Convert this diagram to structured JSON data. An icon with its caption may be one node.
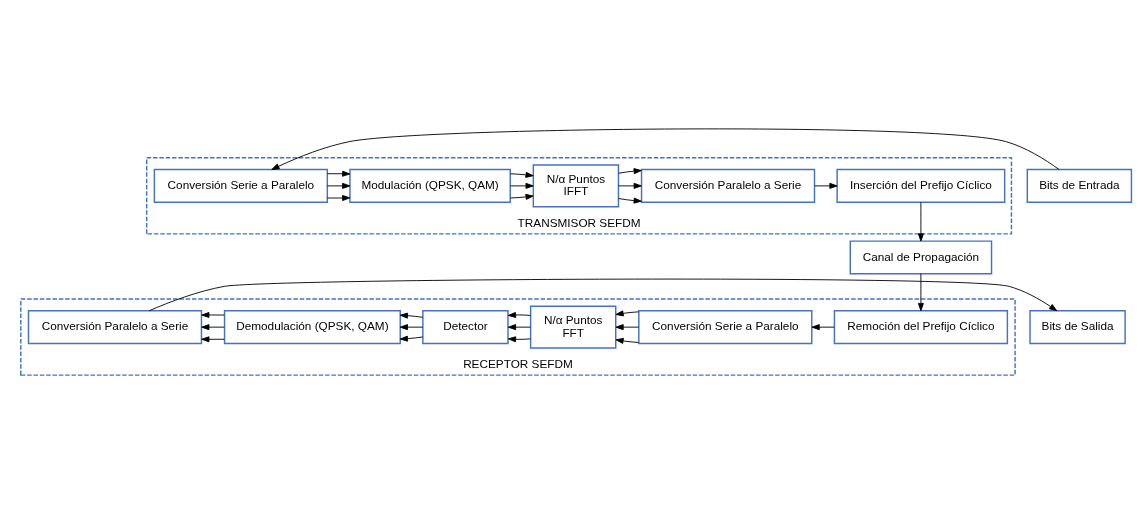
{
  "diagram": {
    "nodes": [
      {
        "text": [
          "TRANSMISOR SEFDM"
        ]
      },
      {
        "text": [
          "Bits de Entrada"
        ]
      },
      {
        "text": [
          "Conversión Serie a Paralelo"
        ],
        "in": 0
      },
      {
        "text": [
          "Modulación (QPSK, QAM)"
        ],
        "in": 0
      },
      {
        "text": [
          "N/α Puntos",
          "IFFT"
        ],
        "in": 0
      },
      {
        "text": [
          "Conversión Paralelo a Serie"
        ],
        "in": 0
      },
      {
        "text": [
          "Inserción del Prefijo Cíclico"
        ],
        "in": 0
      },
      {
        "text": [
          "Canal de Propagación"
        ]
      },
      {
        "text": [
          "RECEPTOR SEFDM"
        ]
      },
      {
        "text": [
          "Remoción del Prefijo Cíclico"
        ],
        "in": 8
      },
      {
        "text": [
          "Conversión Serie a Paralelo"
        ],
        "in": 8
      },
      {
        "text": [
          "N/α Puntos",
          "FFT"
        ],
        "in": 8
      },
      {
        "text": [
          "Detector"
        ],
        "in": 8
      },
      {
        "text": [
          "Demodulación (QPSK, QAM)"
        ],
        "in": 8
      },
      {
        "text": [
          "Conversión Paralelo a Serie"
        ],
        "in": 8
      },
      {
        "text": [
          "Bits de Salida"
        ]
      }
    ],
    "edges": [
      {
        "from": 1,
        "to": 2,
        "arrow": "to"
      },
      {
        "from": 2,
        "to": 3,
        "arrow": "to"
      },
      {
        "from": 2,
        "to": 3,
        "arrow": "to"
      },
      {
        "from": 2,
        "to": 3,
        "arrow": "to"
      },
      {
        "from": 3,
        "to": 4,
        "arrow": "to"
      },
      {
        "from": 3,
        "to": 4,
        "arrow": "to"
      },
      {
        "from": 3,
        "to": 4,
        "arrow": "to"
      },
      {
        "from": 4,
        "to": 5,
        "arrow": "to"
      },
      {
        "from": 4,
        "to": 5,
        "arrow": "to"
      },
      {
        "from": 4,
        "to": 5,
        "arrow": "to"
      },
      {
        "from": 5,
        "to": 6,
        "arrow": "to"
      },
      {
        "from": 6,
        "to": 7,
        "arrow": "to"
      },
      {
        "from": 7,
        "to": 9,
        "arrow": "to"
      },
      {
        "from": 9,
        "to": 10,
        "arrow": "to"
      },
      {
        "from": 10,
        "to": 11,
        "arrow": "to"
      },
      {
        "from": 10,
        "to": 11,
        "arrow": "to"
      },
      {
        "from": 10,
        "to": 11,
        "arrow": "to"
      },
      {
        "from": 11,
        "to": 12,
        "arrow": "to"
      },
      {
        "from": 11,
        "to": 12,
        "arrow": "to"
      },
      {
        "from": 11,
        "to": 12,
        "arrow": "to"
      },
      {
        "from": 12,
        "to": 13,
        "arrow": "to"
      },
      {
        "from": 12,
        "to": 13,
        "arrow": "to"
      },
      {
        "from": 12,
        "to": 13,
        "arrow": "to"
      },
      {
        "from": 13,
        "to": 14,
        "arrow": "to"
      },
      {
        "from": 13,
        "to": 14,
        "arrow": "to"
      },
      {
        "from": 13,
        "to": 14,
        "arrow": "to"
      },
      {
        "from": 14,
        "to": 15,
        "arrow": "to"
      }
    ]
  }
}
